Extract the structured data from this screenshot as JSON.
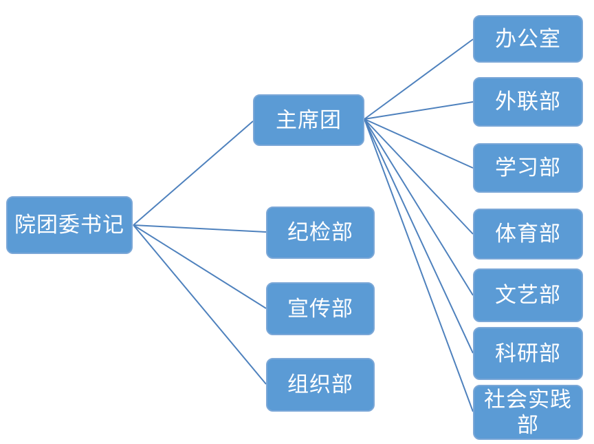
{
  "diagram": {
    "root": {
      "label": "院团委书记"
    },
    "level2": [
      {
        "label": "主席团"
      },
      {
        "label": "纪检部"
      },
      {
        "label": "宣传部"
      },
      {
        "label": "组织部"
      }
    ],
    "level3": [
      {
        "label": "办公室"
      },
      {
        "label": "外联部"
      },
      {
        "label": "学习部"
      },
      {
        "label": "体育部"
      },
      {
        "label": "文艺部"
      },
      {
        "label": "科研部"
      },
      {
        "label": "社会实践部"
      }
    ],
    "colors": {
      "node_fill": "#5B9BD5",
      "node_border": "#7BA7D7",
      "connector": "#4E81BD",
      "text": "#FFFFFF",
      "background": "#FFFFFF"
    }
  }
}
